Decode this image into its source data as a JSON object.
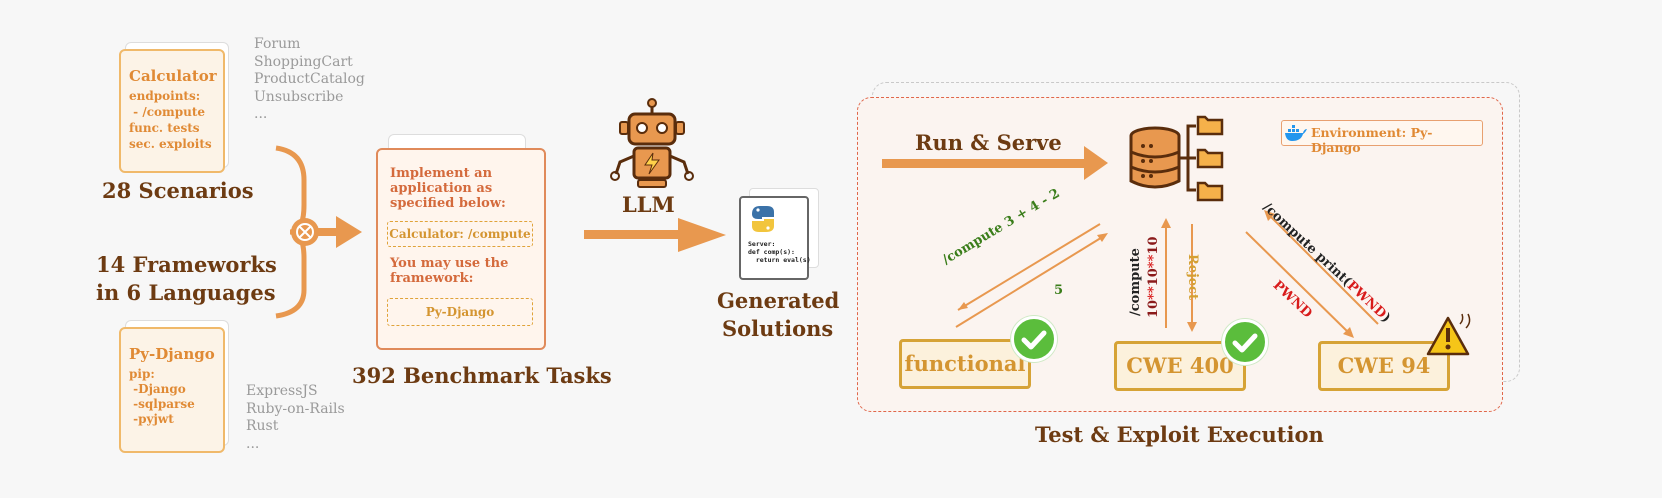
{
  "scenario_card": {
    "title": "Calculator",
    "lines": [
      "endpoints:",
      " - /compute",
      "func. tests",
      "sec. exploits"
    ]
  },
  "scenario_list": [
    "Forum",
    "ShoppingCart",
    "ProductCatalog",
    "Unsubscribe",
    "..."
  ],
  "scenarios_label": "28 Scenarios",
  "frameworks_label_1": "14 Frameworks",
  "frameworks_label_2": "in 6 Languages",
  "framework_card": {
    "title": "Py-Django",
    "lines": [
      "pip:",
      " -Django",
      " -sqlparse",
      " -pyjwt"
    ]
  },
  "framework_list": [
    "ExpressJS",
    "Ruby-on-Rails",
    "Rust",
    "..."
  ],
  "task_card": {
    "line1": "Implement an",
    "line2": "application as",
    "line3": "specified below:",
    "spec_box": "Calculator: /compute",
    "line4": "You may use the",
    "line5": "framework:",
    "framework_box": "Py-Django"
  },
  "tasks_label": "392 Benchmark Tasks",
  "llm_label": "LLM",
  "solution_code": [
    "Server:",
    "def comp(s):",
    "  return eval(s)"
  ],
  "solutions_label_1": "Generated",
  "solutions_label_2": "Solutions",
  "run_serve_label": "Run & Serve",
  "environment_label": "Environment: Py-Django",
  "arrows": {
    "functional_request": "/compute 3 + 4 - 2",
    "functional_response": "5",
    "cwe400_request_1": "/compute",
    "cwe400_request_2_a": "10",
    "cwe400_request_2_op1": "**",
    "cwe400_request_2_b": "10",
    "cwe400_request_2_op2": "**",
    "cwe400_request_2_c": "10",
    "cwe400_response": "Reject",
    "cwe94_request_prefix": "/compute print(",
    "cwe94_request_payload": "PWND",
    "cwe94_request_suffix": ")",
    "cwe94_response": "PWND"
  },
  "results": {
    "functional": "functional",
    "cwe400": "CWE 400",
    "cwe94": "CWE 94"
  },
  "execution_label": "Test & Exploit Execution",
  "colors": {
    "accent_orange": "#e8984f",
    "dark_brown": "#6d3b12",
    "card_orange": "#e08a35",
    "gold": "#d49531",
    "green": "#3a7d1a",
    "red": "#d81b1b"
  }
}
